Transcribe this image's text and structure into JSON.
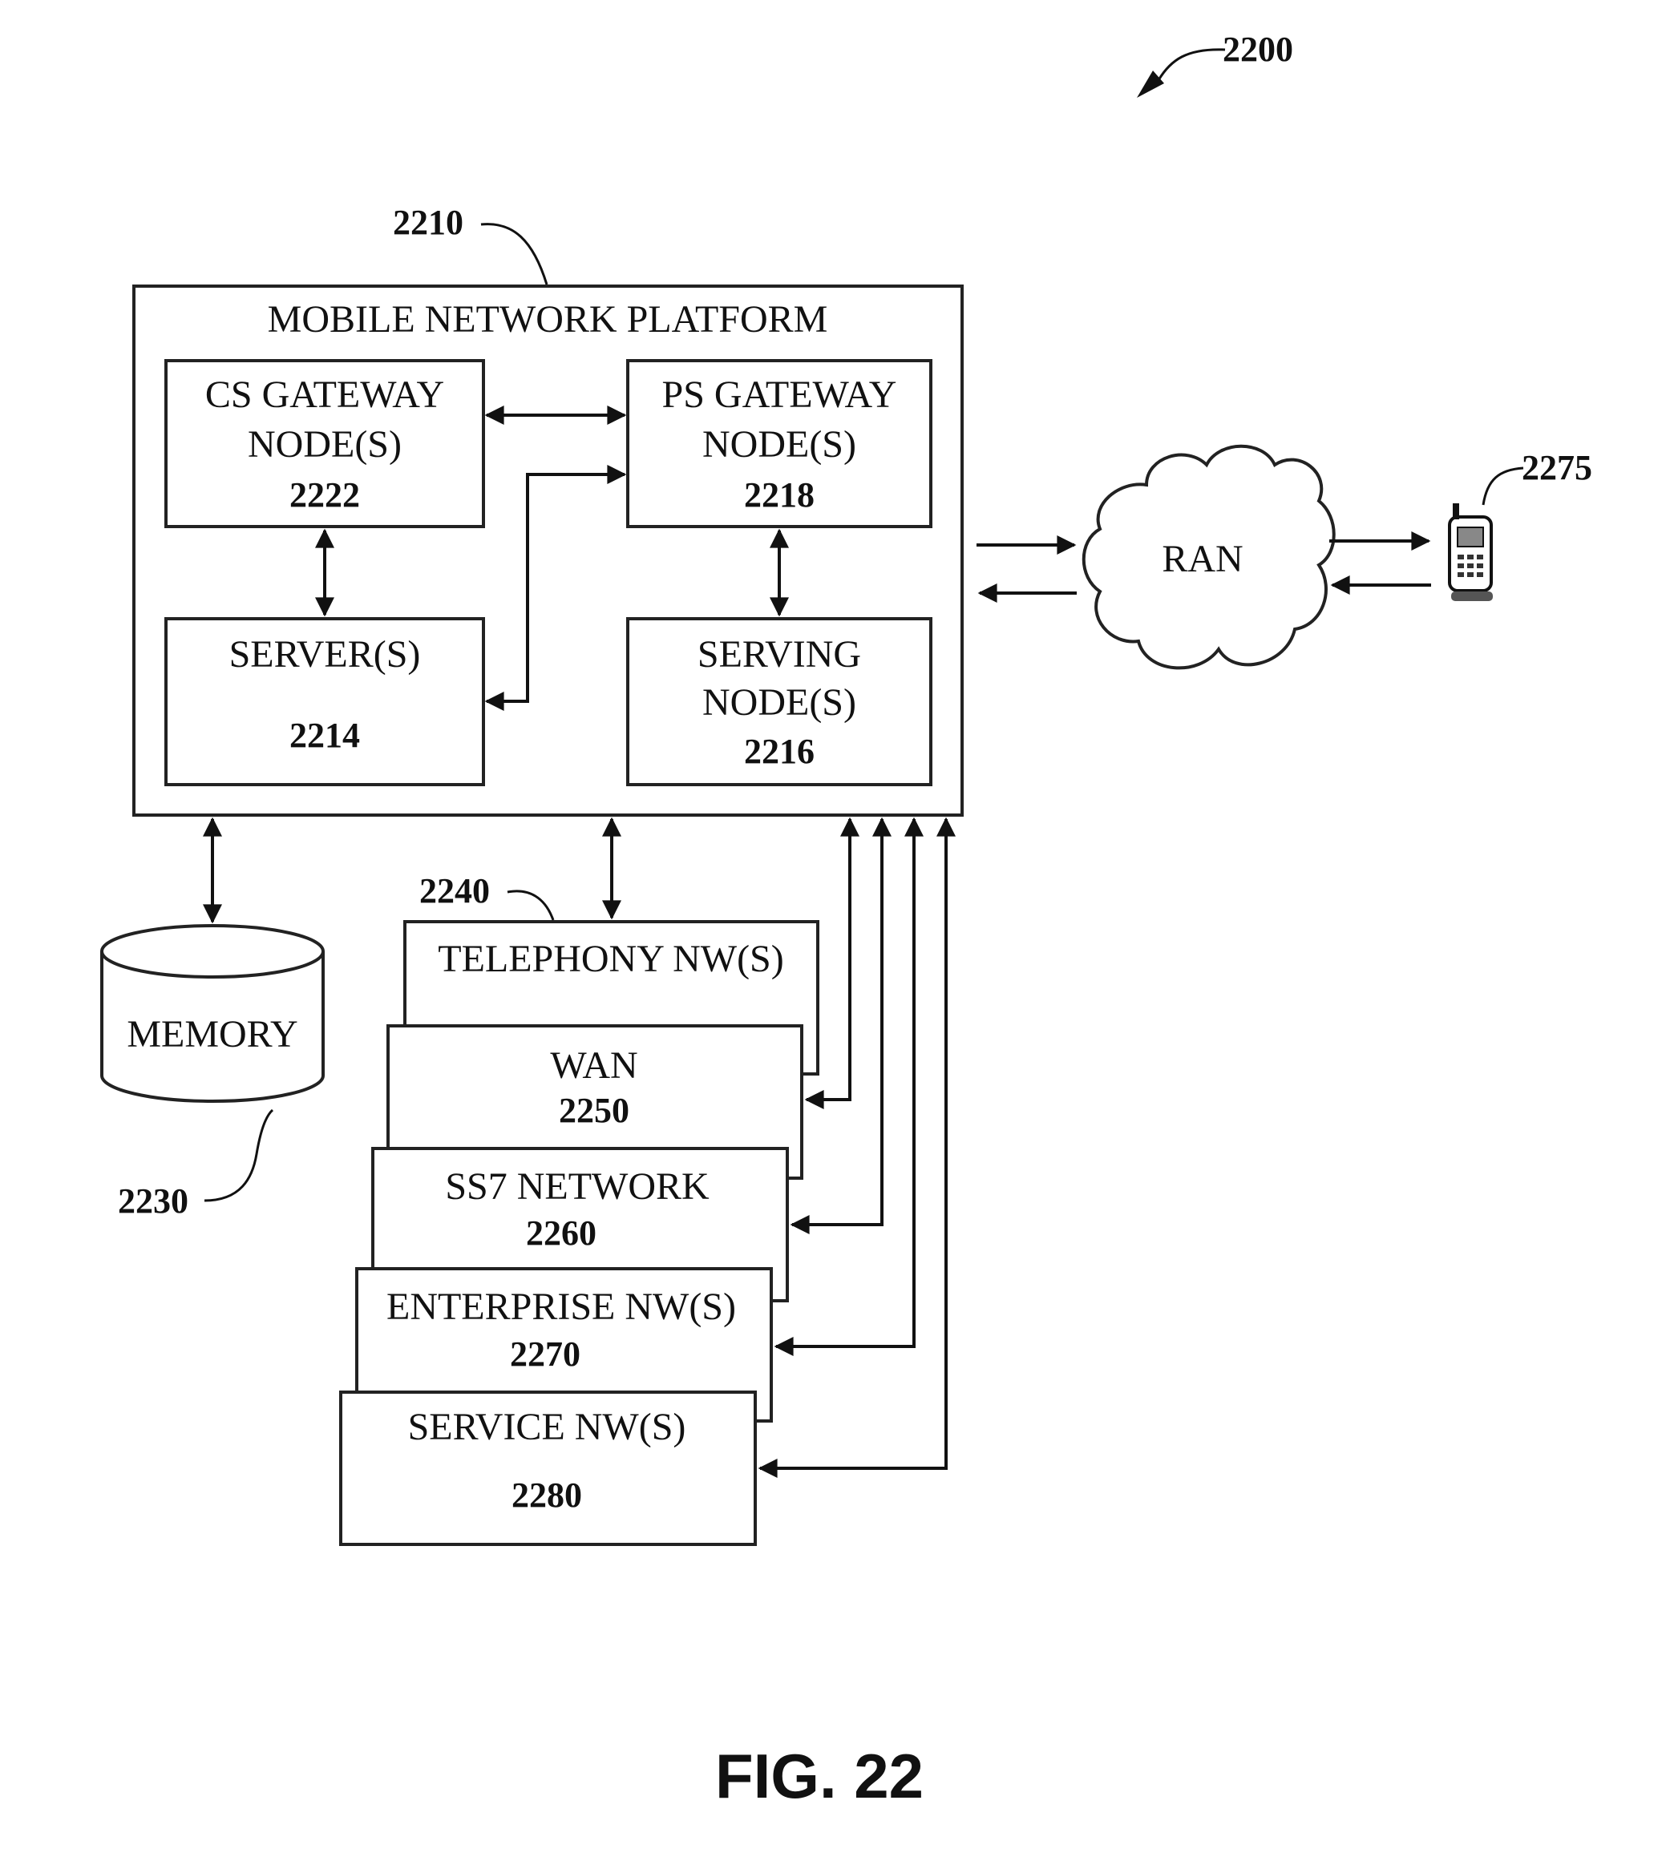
{
  "figure": {
    "ref": "2200",
    "caption": "FIG. 22"
  },
  "platform": {
    "ref": "2210",
    "title": "MOBILE NETWORK PLATFORM",
    "cs_gateway": {
      "line1": "CS GATEWAY",
      "line2": "NODE(S)",
      "num": "2222"
    },
    "ps_gateway": {
      "line1": "PS GATEWAY",
      "line2": "NODE(S)",
      "num": "2218"
    },
    "servers": {
      "line1": "SERVER(S)",
      "num": "2214"
    },
    "serving": {
      "line1": "SERVING",
      "line2": "NODE(S)",
      "num": "2216"
    }
  },
  "ran": {
    "label": "RAN"
  },
  "mobile_device": {
    "ref": "2275"
  },
  "memory": {
    "label": "MEMORY",
    "ref": "2230"
  },
  "networks": {
    "ref": "2240",
    "telephony": {
      "label": "TELEPHONY NW(S)"
    },
    "wan": {
      "label": "WAN",
      "num": "2250"
    },
    "ss7": {
      "label": "SS7 NETWORK",
      "num": "2260"
    },
    "enterprise": {
      "label": "ENTERPRISE NW(S)",
      "num": "2270"
    },
    "service": {
      "label": "SERVICE NW(S)",
      "num": "2280"
    }
  }
}
